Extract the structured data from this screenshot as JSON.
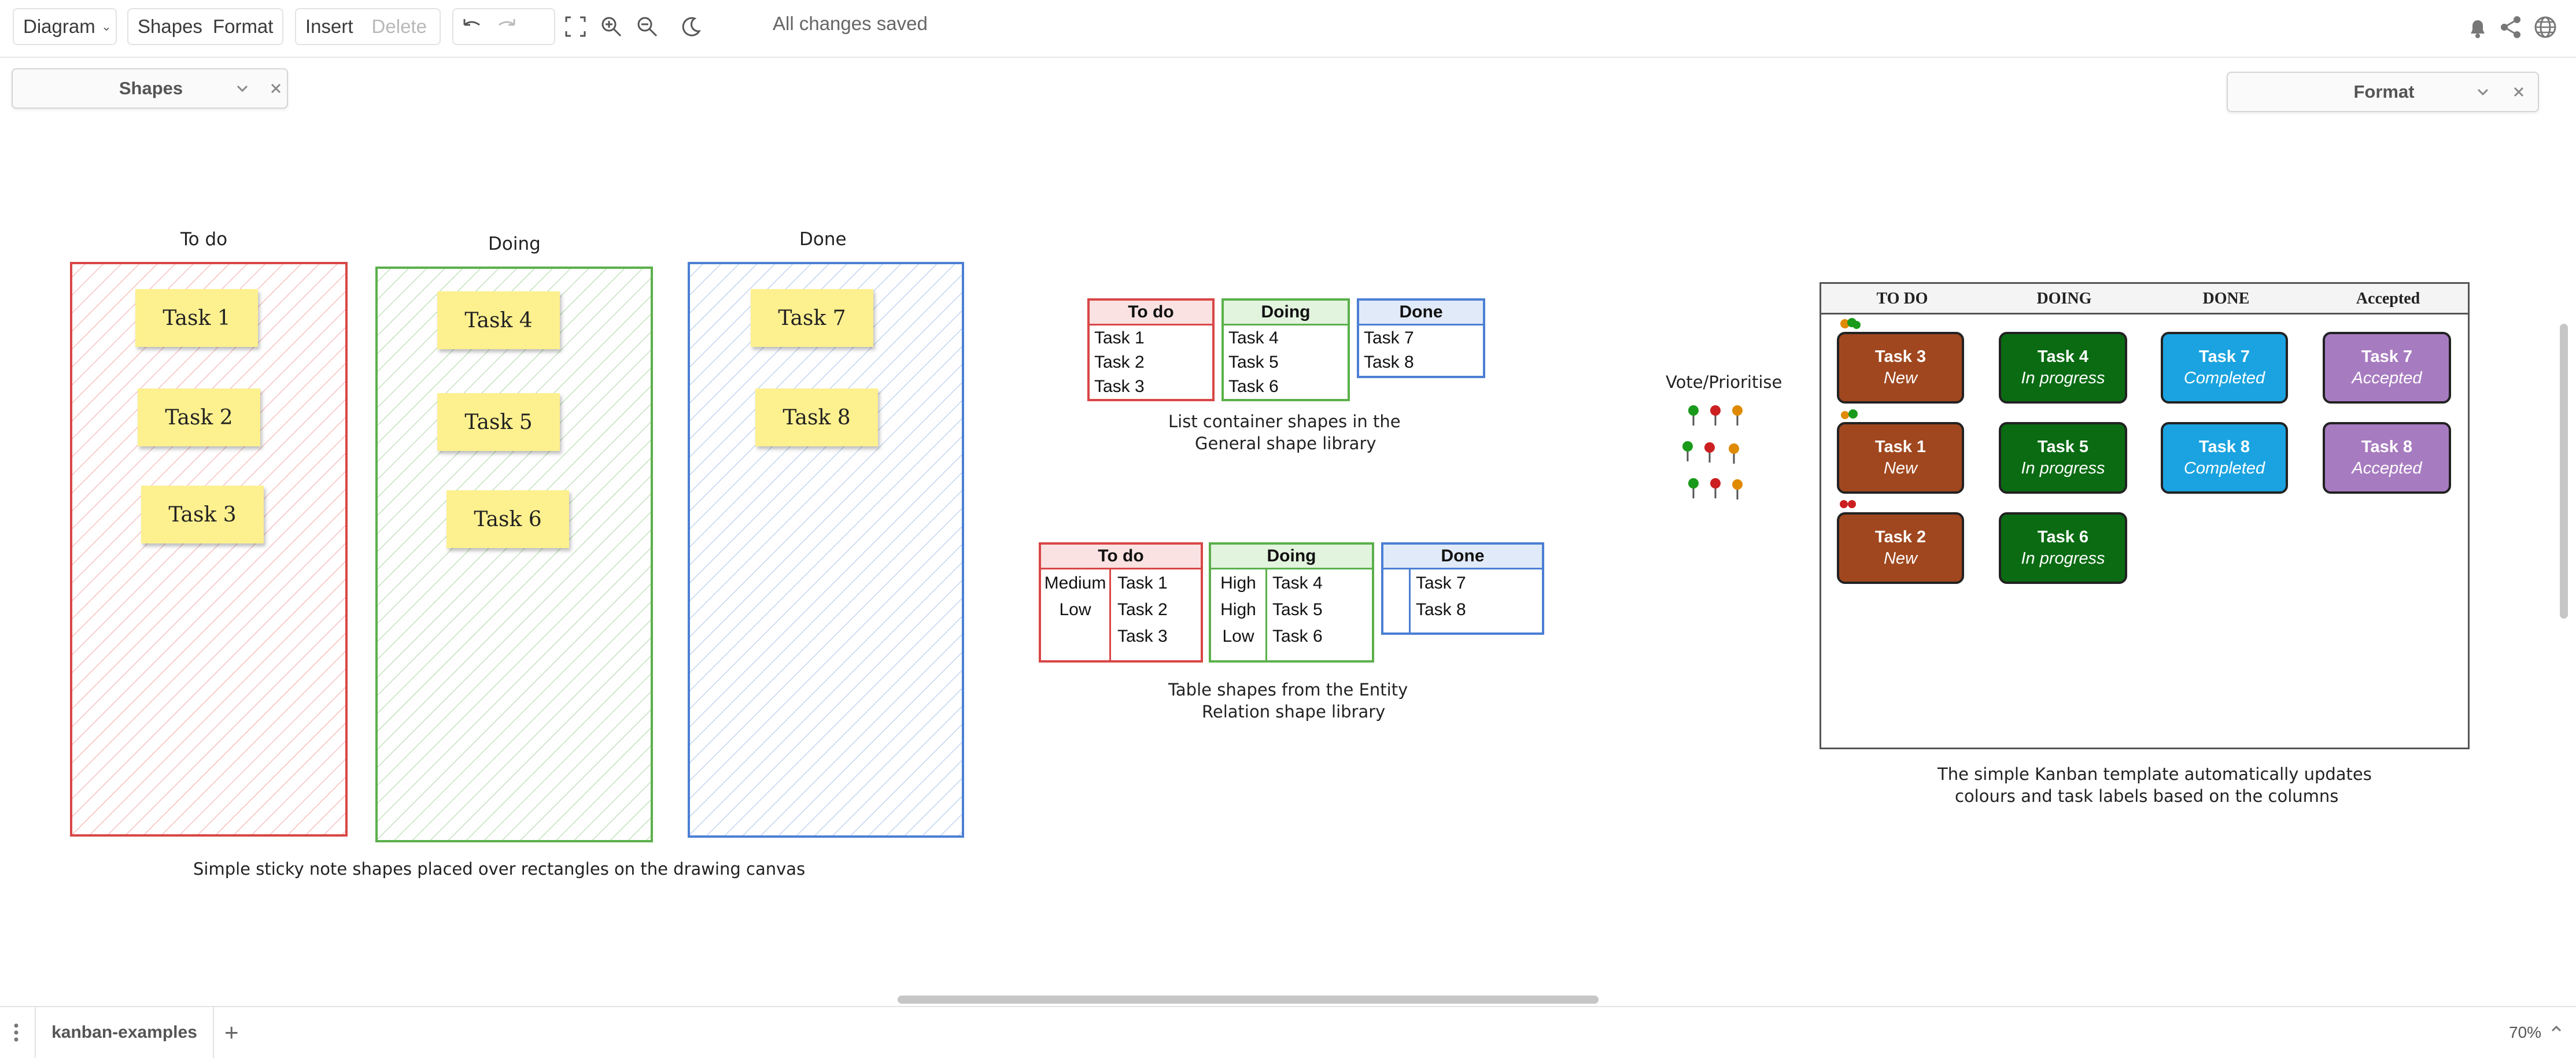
{
  "toolbar": {
    "diagram_label": "Diagram",
    "shapes_label": "Shapes",
    "format_label": "Format",
    "insert_label": "Insert",
    "delete_label": "Delete",
    "status_text": "All changes saved"
  },
  "panels": {
    "shapes_title": "Shapes",
    "format_title": "Format"
  },
  "sticky_board": {
    "columns": [
      "To do",
      "Doing",
      "Done"
    ],
    "notes": [
      "Task 1",
      "Task 2",
      "Task 3",
      "Task 4",
      "Task 5",
      "Task 6",
      "Task 7",
      "Task 8"
    ],
    "caption": "Simple sticky note shapes placed over rectangles on the drawing canvas"
  },
  "list_containers": {
    "columns": [
      {
        "title": "To do",
        "items": [
          "Task 1",
          "Task 2",
          "Task 3"
        ]
      },
      {
        "title": "Doing",
        "items": [
          "Task 4",
          "Task 5",
          "Task 6"
        ]
      },
      {
        "title": "Done",
        "items": [
          "Task 7",
          "Task 8"
        ]
      }
    ],
    "caption_line1": "List container shapes in the",
    "caption_line2": "General shape library"
  },
  "tables": {
    "columns": [
      {
        "title": "To do",
        "priorities": [
          "Medium",
          "Low",
          ""
        ],
        "items": [
          "Task 1",
          "Task 2",
          "Task 3"
        ]
      },
      {
        "title": "Doing",
        "priorities": [
          "High",
          "High",
          "Low"
        ],
        "items": [
          "Task 4",
          "Task 5",
          "Task 6"
        ]
      },
      {
        "title": "Done",
        "priorities": [
          "",
          ""
        ],
        "items": [
          "Task 7",
          "Task 8"
        ]
      }
    ],
    "caption_line1": "Table shapes from the Entity",
    "caption_line2": "Relation shape library"
  },
  "vote": {
    "label": "Vote/Prioritise",
    "colors": [
      "#1a9a1a",
      "#cc1f1f",
      "#e08a00"
    ]
  },
  "kanban": {
    "headers": [
      "TO DO",
      "DOING",
      "DONE",
      "Accepted"
    ],
    "cards": [
      {
        "task": "Task 3",
        "status": "New",
        "color": "#a0471f"
      },
      {
        "task": "Task 4",
        "status": "In progress",
        "color": "#0a6b12"
      },
      {
        "task": "Task 7",
        "status": "Completed",
        "color": "#1aa3e0"
      },
      {
        "task": "Task 7",
        "status": "Accepted",
        "color": "#a77bc0"
      },
      {
        "task": "Task 1",
        "status": "New",
        "color": "#a0471f"
      },
      {
        "task": "Task 5",
        "status": "In progress",
        "color": "#0a6b12"
      },
      {
        "task": "Task 8",
        "status": "Completed",
        "color": "#1aa3e0"
      },
      {
        "task": "Task 8",
        "status": "Accepted",
        "color": "#a77bc0"
      },
      {
        "task": "Task 2",
        "status": "New",
        "color": "#a0471f"
      },
      {
        "task": "Task 6",
        "status": "In progress",
        "color": "#0a6b12"
      }
    ],
    "caption_line1": "The simple Kanban template automatically updates",
    "caption_line2": "colours and task labels based on the columns"
  },
  "bottom": {
    "page_tab": "kanban-examples",
    "zoom": "70%"
  }
}
